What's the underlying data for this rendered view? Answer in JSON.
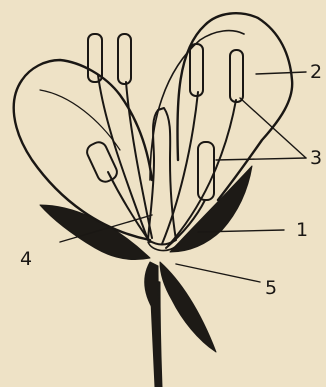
{
  "figure": {
    "callouts": [
      {
        "id": "sepal",
        "label": "1"
      },
      {
        "id": "petal",
        "label": "2"
      },
      {
        "id": "stamens",
        "label": "3"
      },
      {
        "id": "pistil",
        "label": "4"
      },
      {
        "id": "receptacle",
        "label": "5"
      }
    ]
  },
  "colors": {
    "paper": "#eee2c6",
    "ink": "#1a1714"
  }
}
